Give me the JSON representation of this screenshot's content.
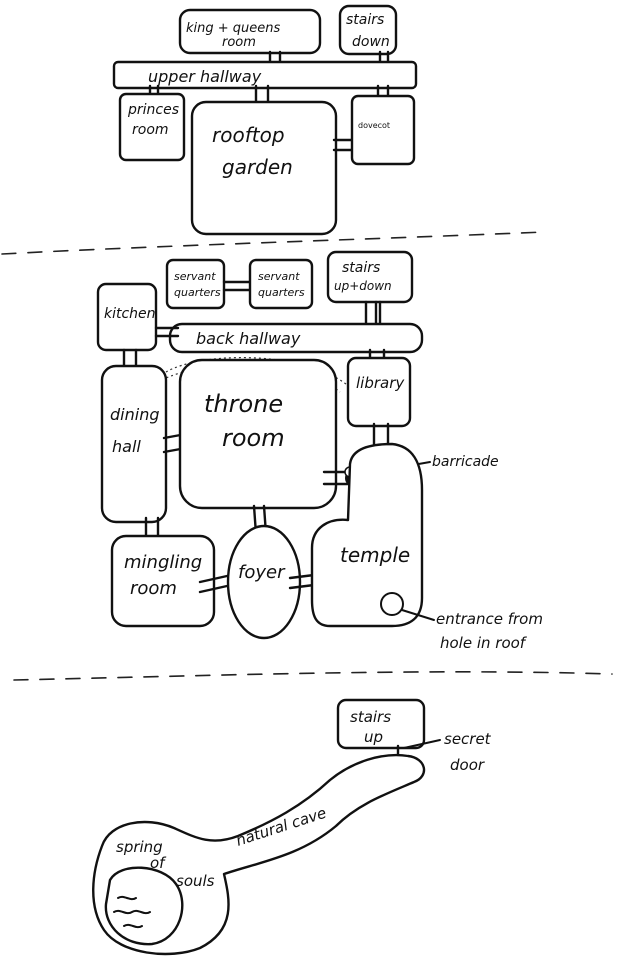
{
  "floors": {
    "upper": {
      "kings_room": "king + queens room",
      "stairs_down": "stairs down",
      "upper_hallway": "upper hallway",
      "princes_room": "princes room",
      "rooftop_garden": "rooftop garden",
      "dovecot": "dovecot"
    },
    "main": {
      "kitchen": "kitchen",
      "servant_quarters_1": "servant quarters",
      "servant_quarters_2": "servant quarters",
      "stairs_updown": "stairs up+down",
      "back_hallway": "back hallway",
      "dining_hall": "dining hall",
      "throne_room": "throne room",
      "library": "library",
      "barricade": "barricade",
      "mingling_room": "mingling room",
      "foyer": "foyer",
      "temple": "temple",
      "entrance_from_roof": "entrance from hole in roof"
    },
    "lower": {
      "stairs_up": "stairs up",
      "secret_door": "secret door",
      "natural_cave": "natural cave",
      "spring_of_souls": "spring of souls"
    }
  }
}
